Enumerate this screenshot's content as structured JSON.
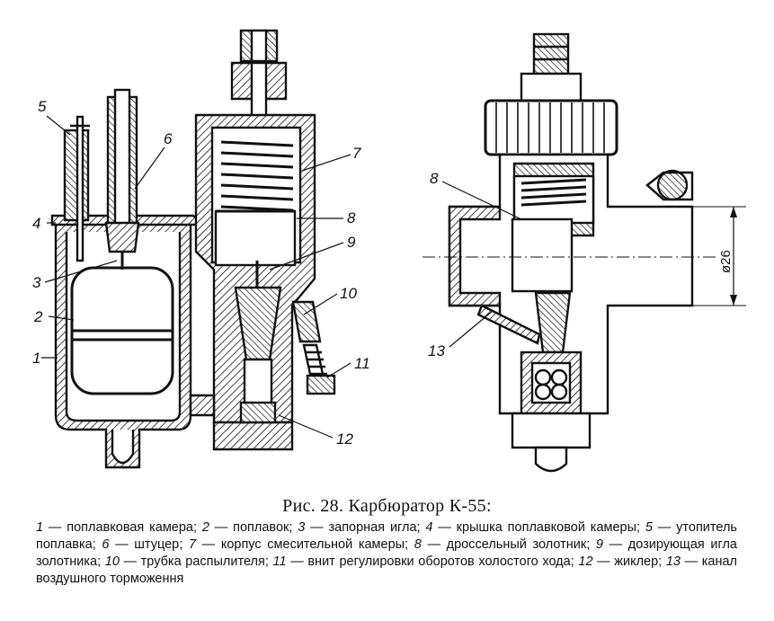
{
  "figure": {
    "callouts": {
      "n1": "1",
      "n2": "2",
      "n3": "3",
      "n4": "4",
      "n5": "5",
      "n6": "6",
      "n7": "7",
      "n8_left": "8",
      "n9": "9",
      "n10": "10",
      "n11": "11",
      "n12": "12",
      "n8_right": "8",
      "n13": "13"
    },
    "dimension_label": "ø26"
  },
  "caption": {
    "title": "Рис. 28. Карбюратор К-55:",
    "legend": [
      {
        "num": "1",
        "text": " — поплавковая камера; "
      },
      {
        "num": "2",
        "text": " — поплавок; "
      },
      {
        "num": "3",
        "text": " — запорная игла; "
      },
      {
        "num": "4",
        "text": " — крышка поплавковой камеры; "
      },
      {
        "num": "5",
        "text": " — утопитель поплавка; "
      },
      {
        "num": "6",
        "text": " — штуцер; "
      },
      {
        "num": "7",
        "text": " — корпус смесительной камеры; "
      },
      {
        "num": "8",
        "text": " — дроссельный золотник; "
      },
      {
        "num": "9",
        "text": " — дозирующая игла золотника; "
      },
      {
        "num": "10",
        "text": " — трубка распылителя; "
      },
      {
        "num": "11",
        "text": " — внит регулировки оборотов холостого хода; "
      },
      {
        "num": "12",
        "text": " — жиклер; "
      },
      {
        "num": "13",
        "text": " — канал воздушного торможення"
      }
    ]
  }
}
